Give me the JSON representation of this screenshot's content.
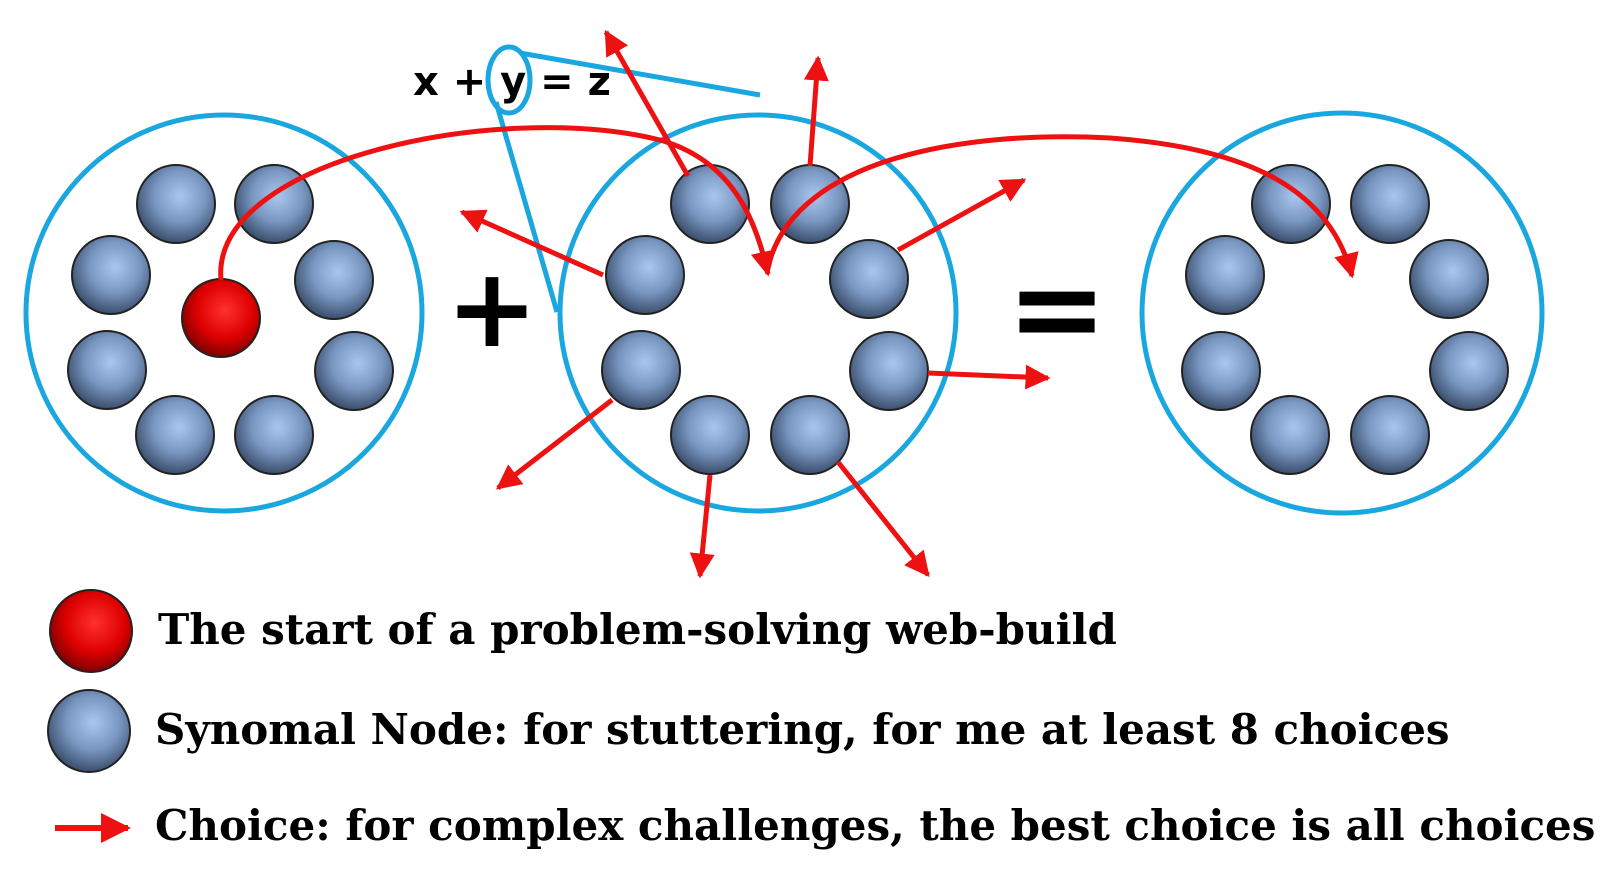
{
  "equation": {
    "text": "x + y = z",
    "highlight": "y"
  },
  "operators": {
    "plus": "+",
    "equals": "="
  },
  "legend": {
    "start_label": "The start of a problem-solving web-build",
    "node_label": "Synomal Node: for stuttering, for me at least 8 choices",
    "choice_label": "Choice: for complex challenges, the best choice is all choices"
  },
  "colors": {
    "ring": "#1aa7e0",
    "arrow": "#ee1111",
    "node": "#6f8fb8",
    "start_node": "#cc0000"
  }
}
